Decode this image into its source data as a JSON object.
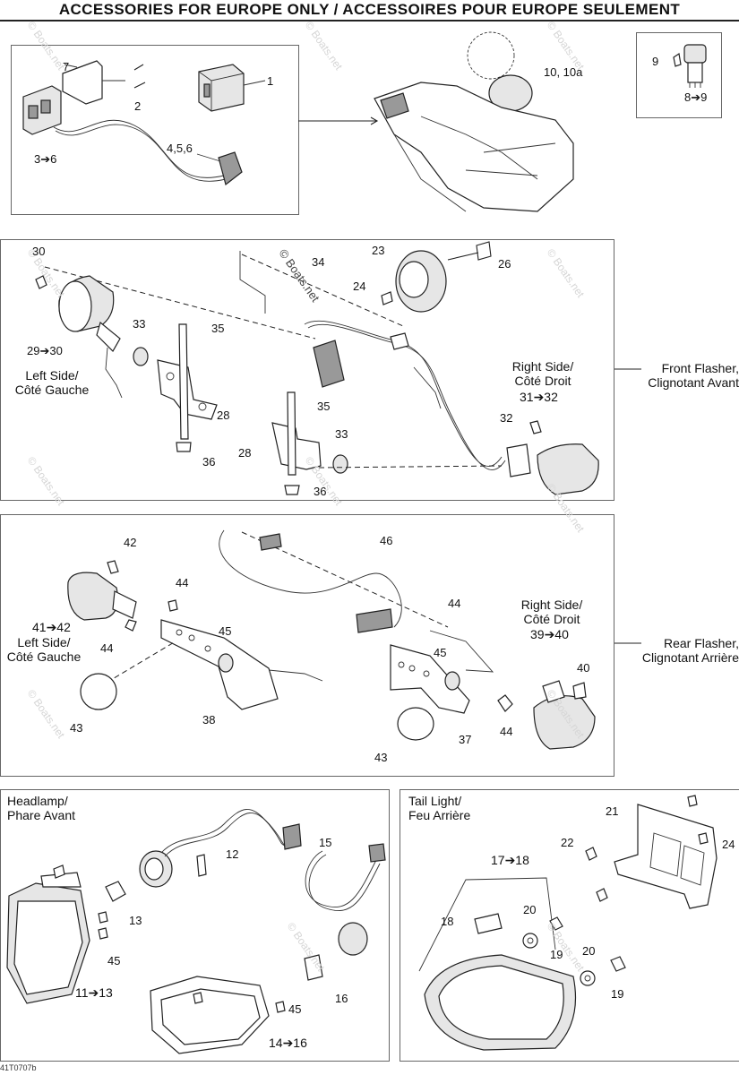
{
  "header": {
    "title": "ACCESSORIES FOR EUROPE ONLY / ACCESSOIRES POUR EUROPE SEULEMENT"
  },
  "watermark": "© Boats.net",
  "footer": {
    "code": "41T0707b"
  },
  "panels": {
    "accessories": {
      "callouts": [
        "1",
        "2",
        "7",
        "3➔6",
        "4,5,6",
        "10, 10a"
      ],
      "inset_callouts": [
        "9",
        "8➔9"
      ]
    },
    "front": {
      "callouts": [
        "30",
        "29➔30",
        "33",
        "35",
        "28",
        "36",
        "34",
        "23",
        "24",
        "26",
        "35",
        "33",
        "28",
        "36",
        "32"
      ],
      "left_side": "Left Side/\nCôté Gauche",
      "right_side": "Right Side/\nCôté Droit",
      "right_range": "31➔32",
      "caption": "Front Flasher,\nClignotant Avant"
    },
    "rear": {
      "callouts": [
        "42",
        "44",
        "41➔42",
        "44",
        "45",
        "43",
        "38",
        "46",
        "44",
        "45",
        "40",
        "37",
        "44",
        "43"
      ],
      "left_side": "Left Side/\nCôté Gauche",
      "right_side": "Right Side/\nCôté Droit",
      "right_range": "39➔40",
      "caption": "Rear Flasher,\nClignotant Arrière"
    },
    "headlamp": {
      "title": "Headlamp/\nPhare Avant",
      "callouts": [
        "12",
        "15",
        "13",
        "45",
        "11➔13",
        "16",
        "45",
        "14➔16"
      ]
    },
    "taillight": {
      "title": "Tail Light/\nFeu Arrière",
      "callouts": [
        "21",
        "22",
        "24",
        "17➔18",
        "18",
        "20",
        "19",
        "20",
        "19"
      ]
    }
  }
}
